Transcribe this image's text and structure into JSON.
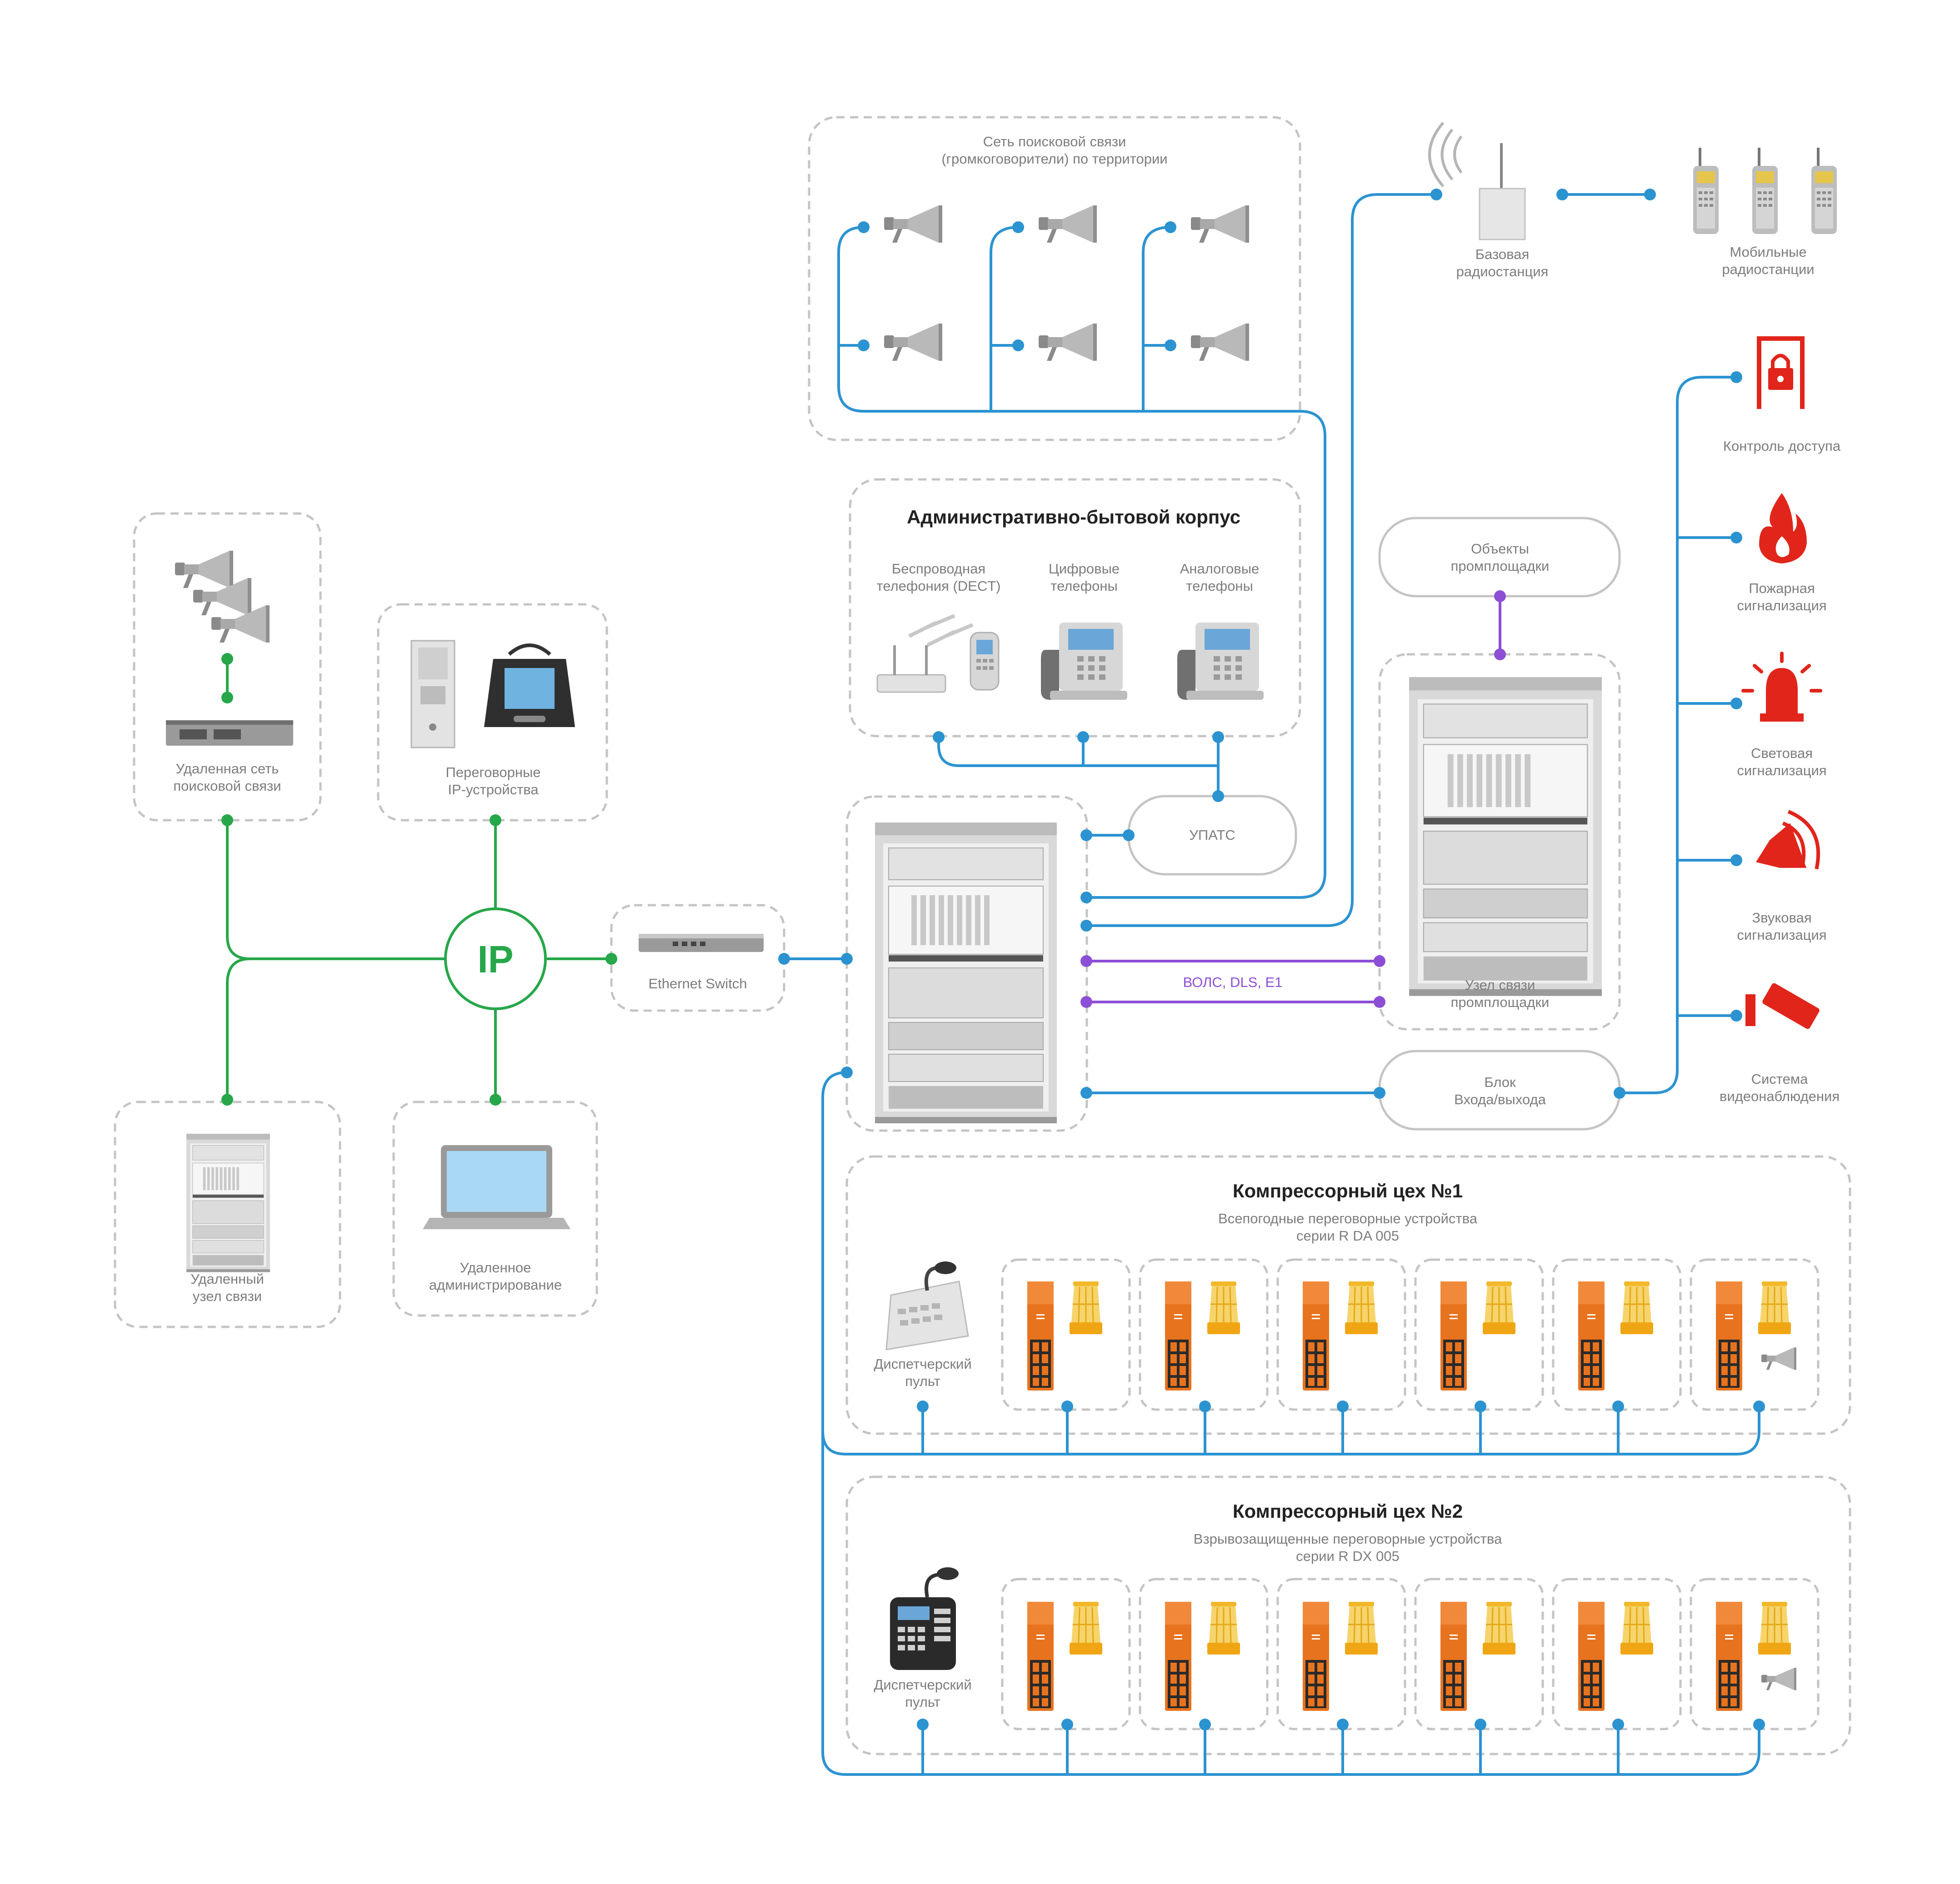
{
  "zones": {
    "paging": {
      "title": "Сеть поисковой связи",
      "subtitle": "(громкоговорители) по территории"
    },
    "admin": {
      "title": "Административно-бытовой корпус",
      "dect": {
        "line1": "Беспроводная",
        "line2": "телефония (DECT)"
      },
      "digital": {
        "line1": "Цифровые",
        "line2": "телефоны"
      },
      "analog": {
        "line1": "Аналоговые",
        "line2": "телефоны"
      }
    },
    "remote_paging": {
      "line1": "Удаленная сеть",
      "line2": "поисковой связи"
    },
    "ip_devices": {
      "line1": "Переговорные",
      "line2": "IP-устройства"
    },
    "remote_node": {
      "line1": "Удаленный",
      "line2": "узел связи"
    },
    "remote_admin": {
      "line1": "Удаленное",
      "line2": "администрирование"
    },
    "switch": {
      "label": "Ethernet Switch"
    },
    "ip": {
      "label": "IP"
    },
    "upats": {
      "label": "УПАТС"
    },
    "objects": {
      "line1": "Объекты",
      "line2": "промплощадки"
    },
    "site_node": {
      "line1": "Узел связи",
      "line2": "промплощадки"
    },
    "io_block": {
      "line1": "Блок",
      "line2": "Входа/выхода"
    },
    "fiber": {
      "label": "ВОЛС, DLS, E1"
    },
    "base_radio": {
      "line1": "Базовая",
      "line2": "радиостанция"
    },
    "mobile_radio": {
      "line1": "Мобильные",
      "line2": "радиостанции"
    },
    "alarms": [
      {
        "line1": "Контроль доступа",
        "line2": "",
        "icon": "access-control-icon"
      },
      {
        "line1": "Пожарная",
        "line2": "сигнализация",
        "icon": "fire-icon"
      },
      {
        "line1": "Световая",
        "line2": "сигнализация",
        "icon": "beacon-icon"
      },
      {
        "line1": "Звуковая",
        "line2": "сигнализация",
        "icon": "siren-icon"
      },
      {
        "line1": "Система",
        "line2": "видеонаблюдения",
        "icon": "cctv-icon"
      }
    ],
    "workshop1": {
      "title": "Компрессорный цех №1",
      "line1": "Всепогодные переговорные устройства",
      "line2": "серии R DA 005",
      "console": {
        "line1": "Диспетчерский",
        "line2": "пульт"
      }
    },
    "workshop2": {
      "title": "Компрессорный цех №2",
      "line1": "Взрывозащищенные переговорные устройства",
      "line2": "серии R DX 005",
      "console": {
        "line1": "Диспетчерский",
        "line2": "пульт"
      }
    }
  },
  "colors": {
    "data_link": "#2c93d1",
    "ip_link": "#27a74a",
    "fiber_link": "#8d4ed6",
    "alarm": "#e1251b",
    "device": "#e8731e",
    "lamp": "#f5c64a"
  }
}
